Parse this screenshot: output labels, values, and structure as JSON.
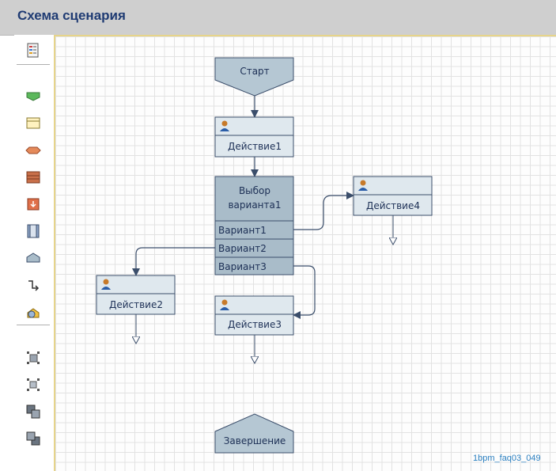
{
  "window": {
    "title": "Схема сценария"
  },
  "toolbar": {
    "tools": [
      {
        "name": "properties-icon"
      },
      {
        "name": "start-shape-icon"
      },
      {
        "name": "action-shape-icon"
      },
      {
        "name": "decision-shape-icon"
      },
      {
        "name": "subprocess-shape-icon"
      },
      {
        "name": "import-shape-icon"
      },
      {
        "name": "split-shape-icon"
      },
      {
        "name": "end-shape-icon"
      },
      {
        "name": "connector-icon"
      },
      {
        "name": "add-object-icon"
      },
      {
        "name": "align-left-icon"
      },
      {
        "name": "align-center-icon"
      },
      {
        "name": "bring-forward-icon"
      },
      {
        "name": "send-backward-icon"
      }
    ]
  },
  "diagram": {
    "start": {
      "label": "Старт"
    },
    "action1": {
      "label": "Действие1"
    },
    "choice": {
      "label_line1": "Выбор",
      "label_line2": "варианта1",
      "options": [
        "Вариант1",
        "Вариант2",
        "Вариант3"
      ]
    },
    "action2": {
      "label": "Действие2"
    },
    "action3": {
      "label": "Действие3"
    },
    "action4": {
      "label": "Действие4"
    },
    "end": {
      "label": "Завершение"
    }
  },
  "colors": {
    "node_header": "#dbe3e9",
    "node_body": "#dfe8ee",
    "choice_fill": "#a9bcc9",
    "node_border": "#3b4e6b",
    "start_fill": "#b5c7d3",
    "connector": "#3b4e6b"
  },
  "caption": "1bpm_faq03_049"
}
